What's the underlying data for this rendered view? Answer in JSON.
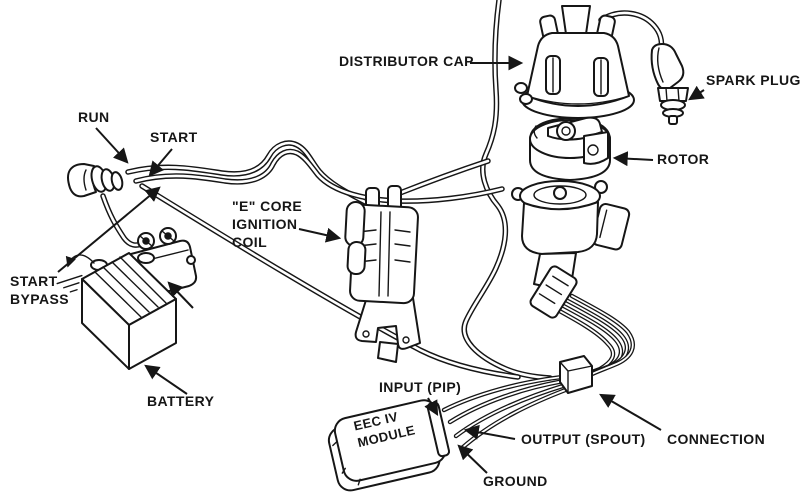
{
  "colors": {
    "background": "#ffffff",
    "line": "#161616"
  },
  "labels": {
    "run": "RUN",
    "start": "START",
    "start_bypass_line1": "START",
    "start_bypass_line2": "BYPASS",
    "battery": "BATTERY",
    "coil_line1": "\"E\" CORE",
    "coil_line2": "IGNITION",
    "coil_line3": "COIL",
    "distributor_cap": "DISTRIBUTOR CAP",
    "spark_plug": "SPARK PLUG",
    "rotor": "ROTOR",
    "input_pip": "INPUT (PIP)",
    "eec_line1": "EEC IV",
    "eec_line2": "MODULE",
    "output_spout": "OUTPUT (SPOUT)",
    "ground": "GROUND",
    "connection": "CONNECTION"
  }
}
